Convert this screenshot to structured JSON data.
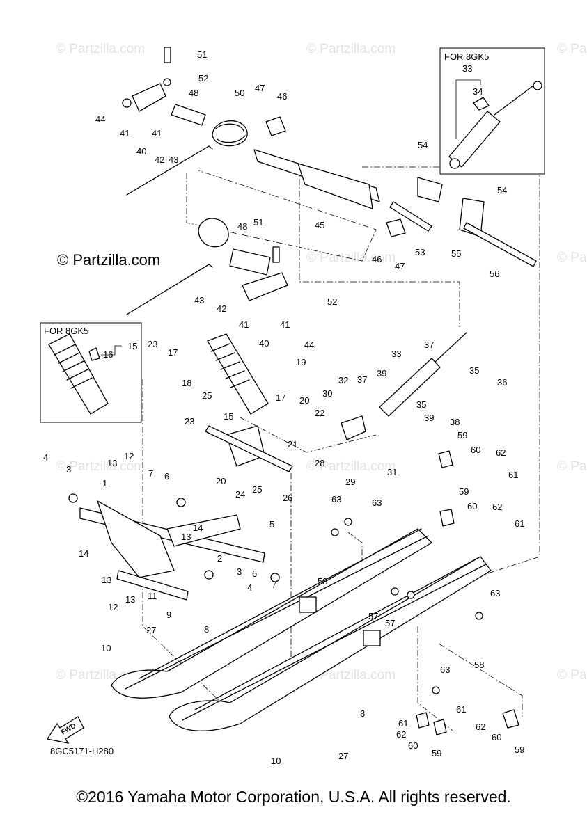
{
  "diagram": {
    "watermark": "© Partzilla.com",
    "watermark_brand": "© Partzilla.com",
    "diagram_code": "8GC5171-H280",
    "fwd_label": "FWD",
    "copyright": "©2016 Yamaha Motor Corporation, U.S.A. All rights reserved.",
    "inset_top": {
      "title": "FOR 8GK5",
      "callouts": [
        "33",
        "34"
      ]
    },
    "inset_left": {
      "title": "FOR 8GK5",
      "callouts": [
        "15",
        "16"
      ]
    },
    "callouts": [
      {
        "id": "c51a",
        "text": "51"
      },
      {
        "id": "c52a",
        "text": "52"
      },
      {
        "id": "c44a",
        "text": "44"
      },
      {
        "id": "c48a",
        "text": "48"
      },
      {
        "id": "c50",
        "text": "50"
      },
      {
        "id": "c47a",
        "text": "47"
      },
      {
        "id": "c46a",
        "text": "46"
      },
      {
        "id": "c41a",
        "text": "41"
      },
      {
        "id": "c41b",
        "text": "41"
      },
      {
        "id": "c40a",
        "text": "40"
      },
      {
        "id": "c42a",
        "text": "42"
      },
      {
        "id": "c43a",
        "text": "43"
      },
      {
        "id": "c54a",
        "text": "54"
      },
      {
        "id": "c54b",
        "text": "54"
      },
      {
        "id": "c45",
        "text": "45"
      },
      {
        "id": "c46b",
        "text": "46"
      },
      {
        "id": "c47b",
        "text": "47"
      },
      {
        "id": "c53",
        "text": "53"
      },
      {
        "id": "c55",
        "text": "55"
      },
      {
        "id": "c56",
        "text": "56"
      },
      {
        "id": "c48b",
        "text": "48"
      },
      {
        "id": "c51b",
        "text": "51"
      },
      {
        "id": "c43b",
        "text": "43"
      },
      {
        "id": "c42b",
        "text": "42"
      },
      {
        "id": "c41c",
        "text": "41"
      },
      {
        "id": "c41d",
        "text": "41"
      },
      {
        "id": "c52b",
        "text": "52"
      },
      {
        "id": "c40b",
        "text": "40"
      },
      {
        "id": "c44b",
        "text": "44"
      },
      {
        "id": "c23a",
        "text": "23"
      },
      {
        "id": "c17a",
        "text": "17"
      },
      {
        "id": "c18",
        "text": "18"
      },
      {
        "id": "c37a",
        "text": "37"
      },
      {
        "id": "c33",
        "text": "33"
      },
      {
        "id": "c35a",
        "text": "35"
      },
      {
        "id": "c36",
        "text": "36"
      },
      {
        "id": "c19",
        "text": "19"
      },
      {
        "id": "c17b",
        "text": "17"
      },
      {
        "id": "c32",
        "text": "32"
      },
      {
        "id": "c37b",
        "text": "37"
      },
      {
        "id": "c39a",
        "text": "39"
      },
      {
        "id": "c35b",
        "text": "35"
      },
      {
        "id": "c39b",
        "text": "39"
      },
      {
        "id": "c38",
        "text": "38"
      },
      {
        "id": "c25a",
        "text": "25"
      },
      {
        "id": "c15",
        "text": "15"
      },
      {
        "id": "c20a",
        "text": "20"
      },
      {
        "id": "c30",
        "text": "30"
      },
      {
        "id": "c22",
        "text": "22"
      },
      {
        "id": "c21",
        "text": "21"
      },
      {
        "id": "c23b",
        "text": "23"
      },
      {
        "id": "c59a",
        "text": "59"
      },
      {
        "id": "c60a",
        "text": "60"
      },
      {
        "id": "c62a",
        "text": "62"
      },
      {
        "id": "c61a",
        "text": "61"
      },
      {
        "id": "c28",
        "text": "28"
      },
      {
        "id": "c31",
        "text": "31"
      },
      {
        "id": "c29",
        "text": "29"
      },
      {
        "id": "c20b",
        "text": "20"
      },
      {
        "id": "c24",
        "text": "24"
      },
      {
        "id": "c25b",
        "text": "25"
      },
      {
        "id": "c26",
        "text": "26"
      },
      {
        "id": "c4a",
        "text": "4"
      },
      {
        "id": "c3a",
        "text": "3"
      },
      {
        "id": "c13a",
        "text": "13"
      },
      {
        "id": "c12a",
        "text": "12"
      },
      {
        "id": "c7a",
        "text": "7"
      },
      {
        "id": "c6a",
        "text": "6"
      },
      {
        "id": "c1",
        "text": "1"
      },
      {
        "id": "c59b",
        "text": "59"
      },
      {
        "id": "c60b",
        "text": "60"
      },
      {
        "id": "c62b",
        "text": "62"
      },
      {
        "id": "c61b",
        "text": "61"
      },
      {
        "id": "c63a",
        "text": "63"
      },
      {
        "id": "c63b",
        "text": "63"
      },
      {
        "id": "c14a",
        "text": "14"
      },
      {
        "id": "c13b",
        "text": "13"
      },
      {
        "id": "c5",
        "text": "5"
      },
      {
        "id": "c14b",
        "text": "14"
      },
      {
        "id": "c2",
        "text": "2"
      },
      {
        "id": "c3b",
        "text": "3"
      },
      {
        "id": "c6b",
        "text": "6"
      },
      {
        "id": "c7b",
        "text": "7"
      },
      {
        "id": "c4b",
        "text": "4"
      },
      {
        "id": "c13c",
        "text": "13"
      },
      {
        "id": "c13d",
        "text": "13"
      },
      {
        "id": "c11",
        "text": "11"
      },
      {
        "id": "c12b",
        "text": "12"
      },
      {
        "id": "c9",
        "text": "9"
      },
      {
        "id": "c58a",
        "text": "58"
      },
      {
        "id": "c57a",
        "text": "57"
      },
      {
        "id": "c57b",
        "text": "57"
      },
      {
        "id": "c63c",
        "text": "63"
      },
      {
        "id": "c8a",
        "text": "8"
      },
      {
        "id": "c27a",
        "text": "27"
      },
      {
        "id": "c10a",
        "text": "10"
      },
      {
        "id": "c58b",
        "text": "58"
      },
      {
        "id": "c63d",
        "text": "63"
      },
      {
        "id": "c61c",
        "text": "61"
      },
      {
        "id": "c62c",
        "text": "62"
      },
      {
        "id": "c60c",
        "text": "60"
      },
      {
        "id": "c59c",
        "text": "59"
      },
      {
        "id": "c61d",
        "text": "61"
      },
      {
        "id": "c62d",
        "text": "62"
      },
      {
        "id": "c60d",
        "text": "60"
      },
      {
        "id": "c59d",
        "text": "59"
      },
      {
        "id": "c8b",
        "text": "8"
      },
      {
        "id": "c27b",
        "text": "27"
      },
      {
        "id": "c10b",
        "text": "10"
      }
    ]
  }
}
